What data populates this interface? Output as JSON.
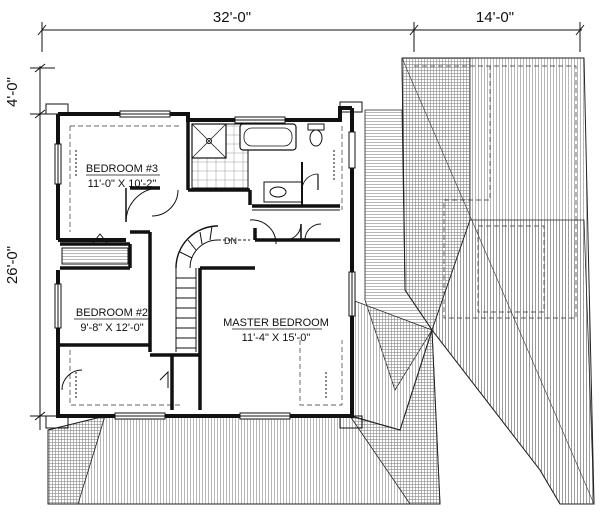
{
  "dimensions": {
    "top_left": "32'-0\"",
    "top_right": "14'-0\"",
    "left_upper": "4'-0\"",
    "left_lower": "26'-0\""
  },
  "rooms": {
    "bedroom3": {
      "name": "BEDROOM #3",
      "size": "11'-0\" X 10'-2\""
    },
    "bedroom2": {
      "name": "BEDROOM #2",
      "size": "9'-8\" X 12'-0\""
    },
    "master": {
      "name": "MASTER BEDROOM",
      "size": "11'-4\" X 15'-0\""
    }
  },
  "stair": {
    "label": "DN"
  }
}
